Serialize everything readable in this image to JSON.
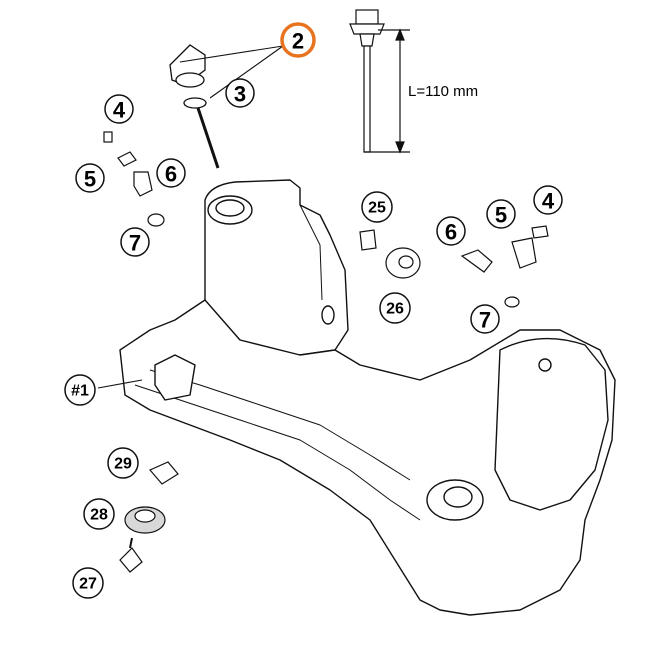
{
  "diagram": {
    "dimension_label": "L=110 mm",
    "highlight_color": "#e8731f",
    "callouts": {
      "c2": "2",
      "c3": "3",
      "c4a": "4",
      "c5a": "5",
      "c6a": "6",
      "c7a": "7",
      "c25": "25",
      "c26": "26",
      "c6b": "6",
      "c5b": "5",
      "c4b": "4",
      "c7b": "7",
      "c1": "#1",
      "c29": "29",
      "c28": "28",
      "c27": "27"
    }
  }
}
